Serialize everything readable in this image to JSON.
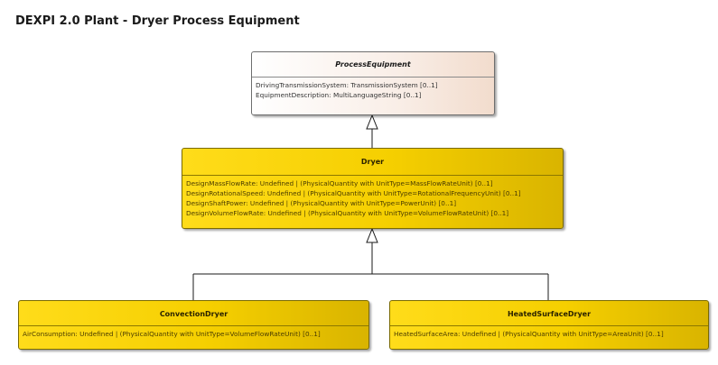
{
  "page": {
    "title": "DEXPI 2.0 Plant - Dryer Process Equipment"
  },
  "classes": {
    "process_equipment": {
      "name": "ProcessEquipment",
      "attributes": [
        "DrivingTransmissionSystem: TransmissionSystem [0..1]",
        "EquipmentDescription: MultiLanguageString [0..1]"
      ]
    },
    "dryer": {
      "name": "Dryer",
      "attributes": [
        "DesignMassFlowRate: Undefined | (PhysicalQuantity with UnitType=MassFlowRateUnit) [0..1]",
        "DesignRotationalSpeed: Undefined | (PhysicalQuantity with UnitType=RotationalFrequencyUnit) [0..1]",
        "DesignShaftPower: Undefined | (PhysicalQuantity with UnitType=PowerUnit) [0..1]",
        "DesignVolumeFlowRate: Undefined | (PhysicalQuantity with UnitType=VolumeFlowRateUnit) [0..1]"
      ]
    },
    "convection_dryer": {
      "name": "ConvectionDryer",
      "attributes": [
        "AirConsumption: Undefined | (PhysicalQuantity with UnitType=VolumeFlowRateUnit) [0..1]"
      ]
    },
    "heated_surface_dryer": {
      "name": "HeatedSurfaceDryer",
      "attributes": [
        "HeatedSurfaceArea: Undefined | (PhysicalQuantity with UnitType=AreaUnit) [0..1]"
      ]
    }
  },
  "colors": {
    "concrete_class_fill": "#f5cf00",
    "abstract_class_fill": "#f9eee7",
    "connector": "#1a1a1a"
  }
}
